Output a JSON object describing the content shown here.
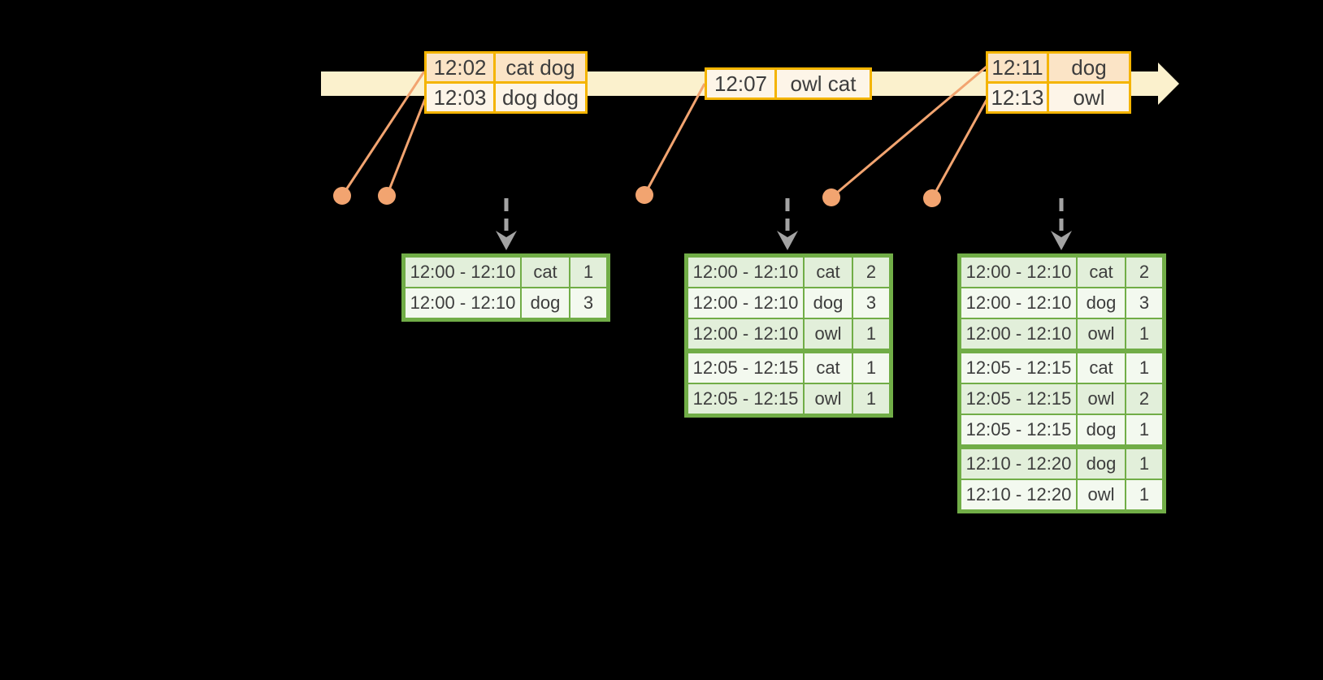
{
  "event_tables": [
    {
      "rows": [
        {
          "time": "12:02",
          "words": "cat dog"
        },
        {
          "time": "12:03",
          "words": "dog dog"
        }
      ]
    },
    {
      "rows": [
        {
          "time": "12:07",
          "words": "owl cat"
        }
      ]
    },
    {
      "rows": [
        {
          "time": "12:11",
          "words": "dog"
        },
        {
          "time": "12:13",
          "words": "owl"
        }
      ]
    }
  ],
  "result_tables": [
    {
      "rows": [
        [
          "12:00 - 12:10",
          "cat",
          "1"
        ],
        [
          "12:00 - 12:10",
          "dog",
          "3"
        ]
      ],
      "group_breaks": []
    },
    {
      "rows": [
        [
          "12:00 - 12:10",
          "cat",
          "2"
        ],
        [
          "12:00 - 12:10",
          "dog",
          "3"
        ],
        [
          "12:00 - 12:10",
          "owl",
          "1"
        ],
        [
          "12:05 - 12:15",
          "cat",
          "1"
        ],
        [
          "12:05 - 12:15",
          "owl",
          "1"
        ]
      ],
      "group_breaks": [
        3
      ]
    },
    {
      "rows": [
        [
          "12:00 - 12:10",
          "cat",
          "2"
        ],
        [
          "12:00 - 12:10",
          "dog",
          "3"
        ],
        [
          "12:00 - 12:10",
          "owl",
          "1"
        ],
        [
          "12:05 - 12:15",
          "cat",
          "1"
        ],
        [
          "12:05 - 12:15",
          "owl",
          "2"
        ],
        [
          "12:05 - 12:15",
          "dog",
          "1"
        ],
        [
          "12:10 - 12:20",
          "dog",
          "1"
        ],
        [
          "12:10 - 12:20",
          "owl",
          "1"
        ]
      ],
      "group_breaks": [
        3,
        6
      ]
    }
  ],
  "colors": {
    "background": "#000000",
    "timeline": "#fbf1cd",
    "event_table_border": "#f4b400",
    "event_row_odd": "#fbe4c6",
    "event_row_even": "#fdf5e8",
    "connector": "#f2a470",
    "trigger_arrow": "#a3a3a3",
    "result_table_border": "#71ad47",
    "result_row_odd": "#e2efda",
    "result_row_even": "#f3f9ef",
    "text": "#3d3d3d"
  }
}
